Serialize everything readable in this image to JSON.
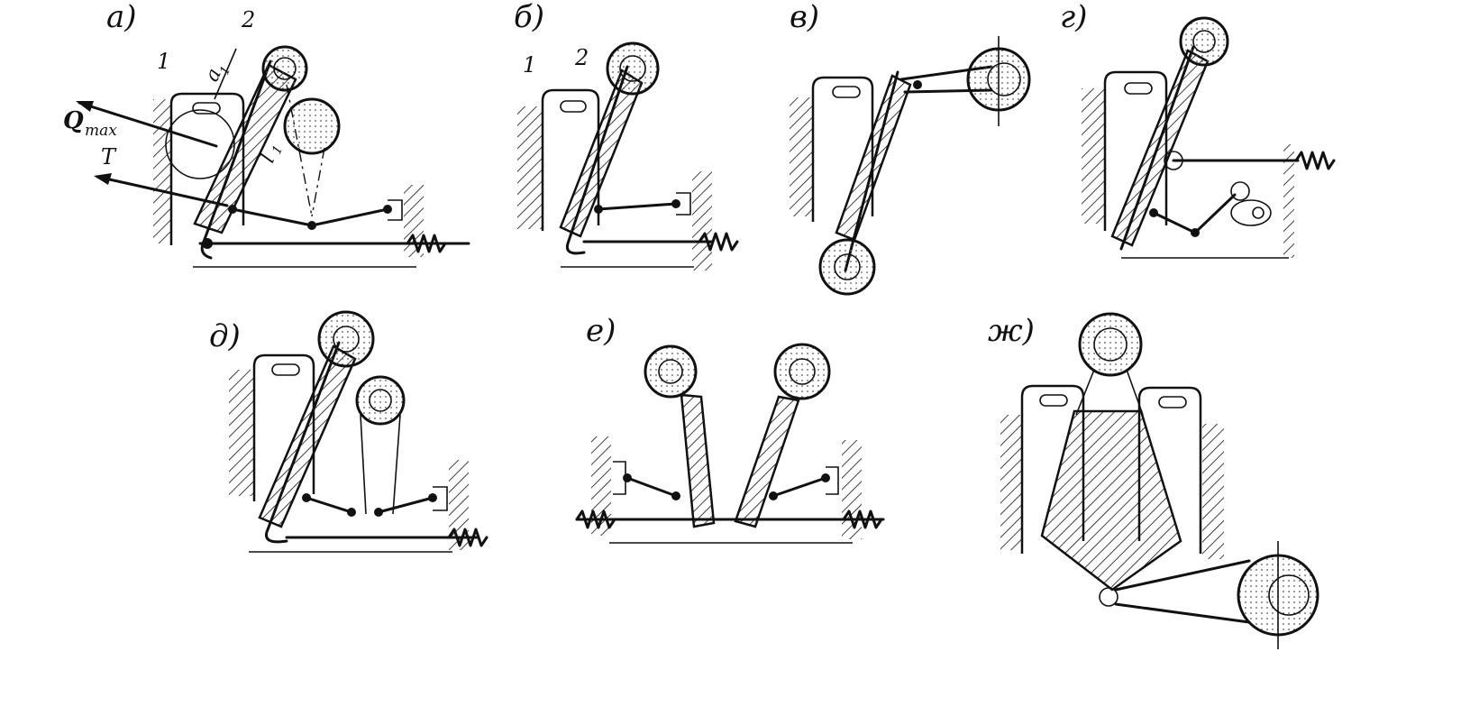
{
  "panels": [
    {
      "id": "a",
      "label": "а)"
    },
    {
      "id": "b",
      "label": "б)"
    },
    {
      "id": "v",
      "label": "в)"
    },
    {
      "id": "g",
      "label": "г)"
    },
    {
      "id": "d",
      "label": "д)"
    },
    {
      "id": "e",
      "label": "е)"
    },
    {
      "id": "zh",
      "label": "ж)"
    }
  ],
  "annotations": {
    "part1": "1",
    "part2": "2",
    "q_max": "Q",
    "q_max_sub": "max",
    "force_t": "T",
    "dim_a1": "a",
    "dim_a1_sub": "1",
    "dim_l1": "l",
    "dim_l1_sub": "1"
  }
}
